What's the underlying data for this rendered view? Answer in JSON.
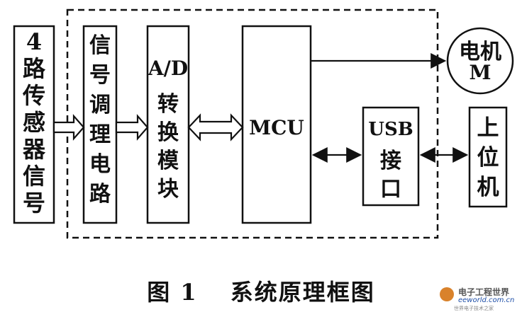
{
  "blocks": {
    "sensor": [
      "4",
      "路",
      "传",
      "感",
      "器",
      "信",
      "号"
    ],
    "conditioning": [
      "信",
      "号",
      "调",
      "理",
      "电",
      "路"
    ],
    "adc_title": "A/D",
    "adc": [
      "转",
      "换",
      "模",
      "块"
    ],
    "mcu": "MCU",
    "usb_title": "USB",
    "usb": [
      "接",
      "口"
    ],
    "motor_line1": "电机",
    "motor_line2": "M",
    "host": [
      "上",
      "位",
      "机"
    ]
  },
  "caption": {
    "figure": "图 1",
    "title": "系统原理框图"
  },
  "watermark": {
    "name": "电子工程世界",
    "url": "eeworld.com.cn",
    "tagline": "世界电子技术之家"
  },
  "colors": {
    "ink": "#111111",
    "background": "#ffffff",
    "watermark_accent": "#d9822b",
    "watermark_url": "#1f4fa8"
  }
}
